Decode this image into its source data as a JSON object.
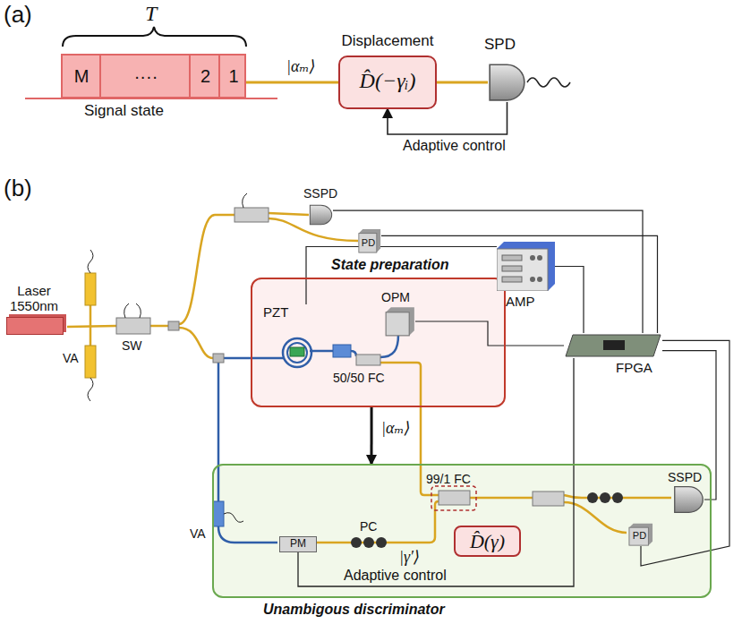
{
  "diagram": {
    "nodes": [
      {
        "text": [
          "M",
          "····",
          "2",
          "1",
          "Signal state"
        ]
      },
      {
        "text": [
          "Displacement",
          "D̂(−γᵢ)"
        ]
      },
      {
        "text": [
          "SPD"
        ]
      },
      {
        "text": [
          "Laser 1550nm"
        ]
      },
      {
        "text": [
          "State preparation"
        ]
      },
      {
        "text": [
          "PZT"
        ],
        "in": 4
      },
      {
        "text": [
          "OPM"
        ],
        "in": 4
      },
      {
        "text": [
          "AMP"
        ]
      },
      {
        "text": [
          "FPGA"
        ]
      },
      {
        "text": [
          "Unambigous discriminator"
        ]
      },
      {
        "text": [
          "PM"
        ],
        "in": 9
      },
      {
        "text": [
          "D̂(γ)"
        ],
        "in": 9
      },
      {
        "text": [
          "SSPD"
        ],
        "in": 9
      },
      {
        "text": [
          "PD"
        ],
        "in": 9
      },
      {
        "text": [
          "SSPD"
        ]
      },
      {
        "text": [
          "PD"
        ]
      }
    ],
    "edges": [
      {
        "from": 0,
        "to": 1,
        "arrow": "none",
        "label": "|αₘ⟩"
      },
      {
        "from": 1,
        "to": 2,
        "arrow": "none"
      },
      {
        "from": 2,
        "to": 1,
        "arrow": "to",
        "label": "Adaptive control"
      },
      {
        "from": 4,
        "to": 9,
        "arrow": "to",
        "label": "|αₘ⟩"
      },
      {
        "from": 8,
        "to": 7,
        "arrow": "none"
      },
      {
        "from": 7,
        "to": 5,
        "arrow": "none"
      },
      {
        "from": 6,
        "to": 8,
        "arrow": "none"
      },
      {
        "from": 14,
        "to": 8,
        "arrow": "none"
      },
      {
        "from": 15,
        "to": 8,
        "arrow": "none"
      },
      {
        "from": 12,
        "to": 8,
        "arrow": "none"
      },
      {
        "from": 13,
        "to": 8,
        "arrow": "none"
      },
      {
        "from": 8,
        "to": 10,
        "arrow": "none",
        "label": "Adaptive control"
      }
    ],
    "labels": [
      "(a)",
      "T",
      "(b)",
      "SW",
      "VA",
      "VA",
      "50/50 FC",
      "99/1 FC",
      "PC",
      "|γ′⟩"
    ]
  }
}
